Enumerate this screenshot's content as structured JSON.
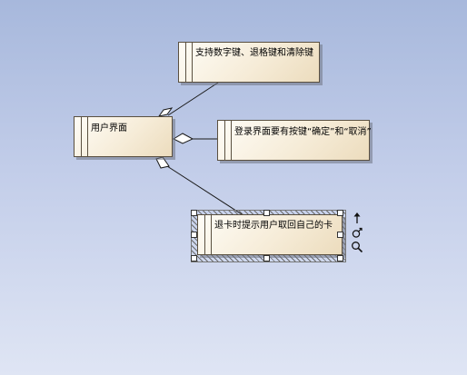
{
  "diagram": {
    "nodes": {
      "ui": {
        "label": "用户界面"
      },
      "keys": {
        "label": "支持数字键、退格键和清除键"
      },
      "login": {
        "label": "登录界面要有按键“确定”和“取消”"
      },
      "card": {
        "label": "退卡时提示用户取回自己的卡"
      }
    },
    "connectors": [
      {
        "from": "ui",
        "to": "keys",
        "type": "aggregation"
      },
      {
        "from": "ui",
        "to": "login",
        "type": "aggregation"
      },
      {
        "from": "ui",
        "to": "card",
        "type": "aggregation"
      }
    ]
  },
  "selection": {
    "selected_node": "card",
    "tools": [
      "move-up-arrow-icon",
      "link-ring-icon",
      "magnifier-icon"
    ]
  },
  "colors": {
    "background_top": "#a7b8dc",
    "background_bottom": "#dfe5f4",
    "node_fill_light": "#fefcf6",
    "node_fill_dark": "#ecdcbd",
    "node_border": "#5a5040"
  }
}
